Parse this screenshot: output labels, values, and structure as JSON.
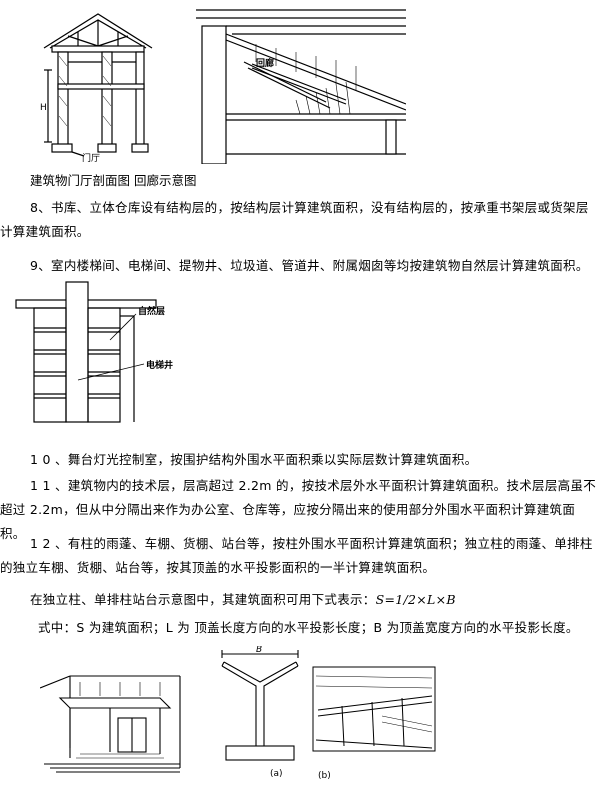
{
  "figure_labels": {
    "foyer": "门厅",
    "corridor": "回廊",
    "natural_floor": "自然层",
    "elevator_shaft": "电梯井",
    "sub_a": "(a)",
    "sub_b": "(b)",
    "b": "B",
    "h": "H"
  },
  "caption_1": "建筑物门厅剖面图 回廊示意图",
  "para_8": "8、书库、立体仓库设有结构层的，按结构层计算建筑面积，没有结构层的，按承重书架层或货架层计算建筑面积。",
  "para_9": "9、室内楼梯间、电梯间、提物井、垃圾道、管道井、附属烟囱等均按建筑物自然层计算建筑面积。",
  "para_10": "1 0 、舞台灯光控制室，按围护结构外围水平面积乘以实际层数计算建筑面积。",
  "para_11": "1 1 、建筑物内的技术层，层高超过 2.2m 的，按技术层外水平面积计算建筑面积。技术层层高虽不超过 2.2m，但从中分隔出来作为办公室、仓库等，应按分隔出来的使用部分外围水平面积计算建筑面积。",
  "para_12": "1 2 、有柱的雨蓬、车棚、货棚、站台等，按柱外围水平面积计算建筑面积；独立柱的雨蓬、单排柱的独立车棚、货棚、站台等，按其顶盖的水平投影面积的一半计算建筑面积。",
  "para_13_text": "在独立柱、单排柱站台示意图中，其建筑面积可用下式表示：",
  "para_13_formula": "S=1/2×L×B",
  "para_14": "式中：S 为建筑面积；L 为 顶盖长度方向的水平投影长度；B 为顶盖宽度方向的水平投影长度。"
}
